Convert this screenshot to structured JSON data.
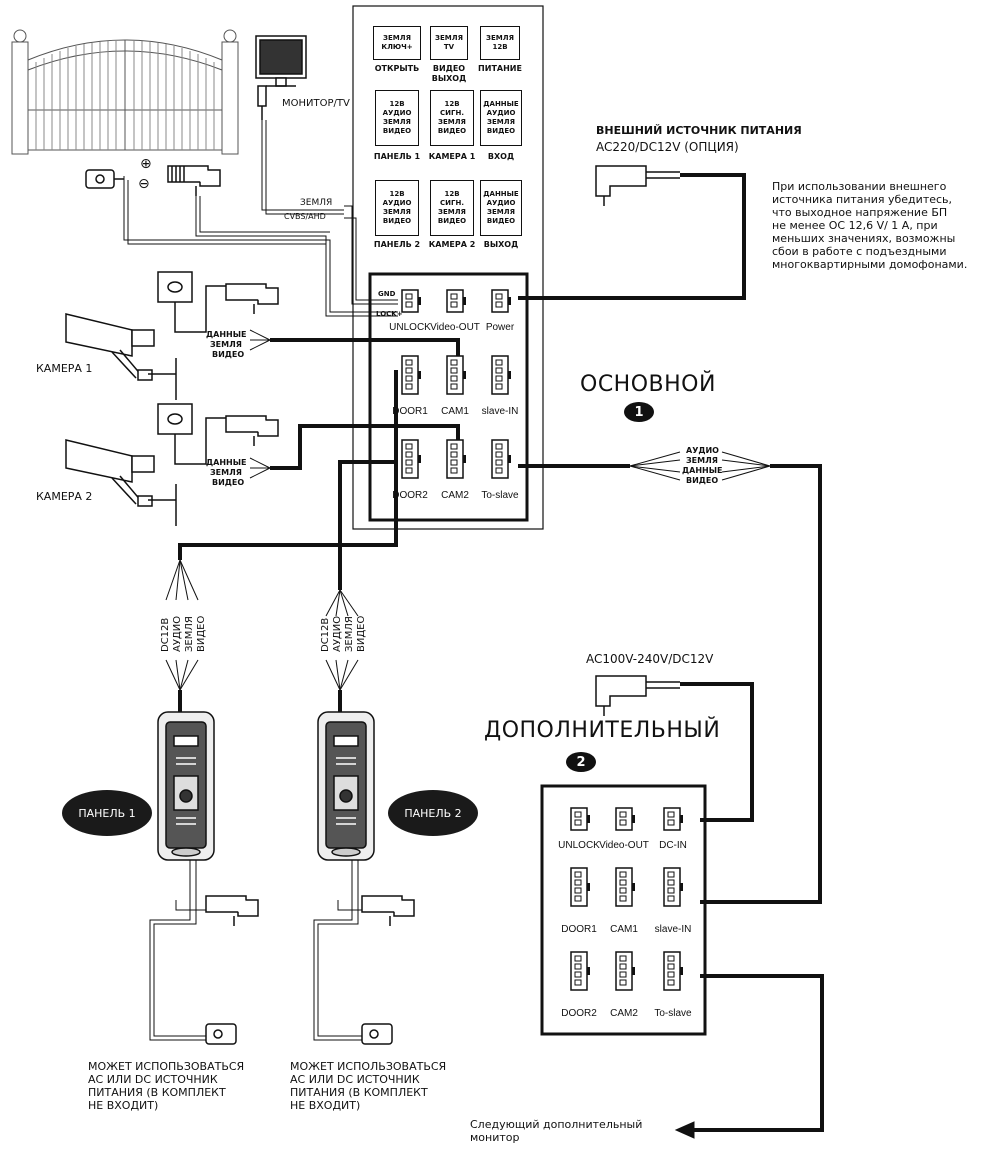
{
  "legend": {
    "row1": [
      {
        "box": "ЗЕМЛЯ\nКЛЮЧ+",
        "caption": "ОТКРЫТЬ"
      },
      {
        "box": "ЗЕМЛЯ\nTV",
        "caption": "ВИДЕО\nВЫХОД"
      },
      {
        "box": "ЗЕМЛЯ\n12В",
        "caption": "ПИТАНИЕ"
      }
    ],
    "row2": [
      {
        "box": "12В\nАУДИО\nЗЕМЛЯ\nВИДЕО",
        "caption": "ПАНЕЛЬ 1"
      },
      {
        "box": "12В\nСИГН.\nЗЕМЛЯ\nВИДЕО",
        "caption": "КАМЕРА 1"
      },
      {
        "box": "ДАННЫЕ\nАУДИО\nЗЕМЛЯ\nВИДЕО",
        "caption": "ВХОД"
      }
    ],
    "row3": [
      {
        "box": "12В\nАУДИО\nЗЕМЛЯ\nВИДЕО",
        "caption": "ПАНЕЛЬ 2"
      },
      {
        "box": "12В\nСИГН.\nЗЕМЛЯ\nВИДЕО",
        "caption": "КАМЕРА 2"
      },
      {
        "box": "ДАННЫЕ\nАУДИО\nЗЕМЛЯ\nВИДЕО",
        "caption": "ВЫХОД"
      }
    ]
  },
  "main_unit": {
    "title": "ОСНОВНОЙ",
    "number": "1",
    "ports": [
      "UNLOCK",
      "Video-OUT",
      "Power",
      "DOOR1",
      "CAM1",
      "slave-IN",
      "DOOR2",
      "CAM2",
      "To-slave"
    ],
    "gnd": "GND",
    "lock": "LOCK+"
  },
  "slave_unit": {
    "title": "ДОПОЛНИТЕЛЬНЫЙ",
    "number": "2",
    "ports": [
      "UNLOCK",
      "Video-OUT",
      "DC-IN",
      "DOOR1",
      "CAM1",
      "slave-IN",
      "DOOR2",
      "CAM2",
      "To-slave"
    ],
    "supply": "AC100V-240V/DC12V"
  },
  "monitor_label": "МОНИТОР/TV",
  "tv_wires": {
    "ground": "ЗЕМЛЯ",
    "signal": "CVBS/AHD"
  },
  "external_power": {
    "title": "ВНЕШНИЙ ИСТОЧНИК ПИТАНИЯ",
    "subtitle": "AC220/DC12V (ОПЦИЯ)",
    "note": "При использовании внешнего\nисточника питания убедитесь,\nчто выходное напряжение БП\nне менее ОС 12,6 V/ 1 А, при\nменьших значениях, возможны\nсбои в работе с подъездными\nмногоквартирными домофонами."
  },
  "cameras": [
    {
      "label": "КАМЕРА 1",
      "wires": [
        "ДАННЫЕ",
        "ЗЕМЛЯ",
        "ВИДЕО"
      ]
    },
    {
      "label": "КАМЕРА 2",
      "wires": [
        "ДАННЫЕ",
        "ЗЕМЛЯ",
        "ВИДЕО"
      ]
    }
  ],
  "slave_link_wires": [
    "АУДИО",
    "ЗЕМЛЯ",
    "ДАННЫЕ",
    "ВИДЕО"
  ],
  "panels": [
    {
      "label": "ПАНЕЛЬ 1",
      "wires": [
        "DC12В",
        "АУДИО",
        "ЗЕМЛЯ",
        "ВИДЕО"
      ],
      "note": "МОЖЕТ ИСПОПЬЗОВАТЬСЯ\nАС ИЛИ DC ИСТОЧНИК\nПИТАНИЯ (В КОМПЛЕКТ\nНЕ ВХОДИТ)"
    },
    {
      "label": "ПАНЕЛЬ 2",
      "wires": [
        "DC12В",
        "АУДИО",
        "ЗЕМЛЯ",
        "ВИДЕО"
      ],
      "note": "МОЖЕТ ИСПОЛЬЗОВАТЬСЯ\nАС ИЛИ DC ИСТОЧНИК\nПИТАНИЯ (В КОМПЛЕКТ\nНЕ ВХОДИТ)"
    }
  ],
  "next_monitor": "Следующий дополнительный\nмонитор",
  "lock_symbols": {
    "plus": "⊕",
    "minus": "⊖"
  }
}
